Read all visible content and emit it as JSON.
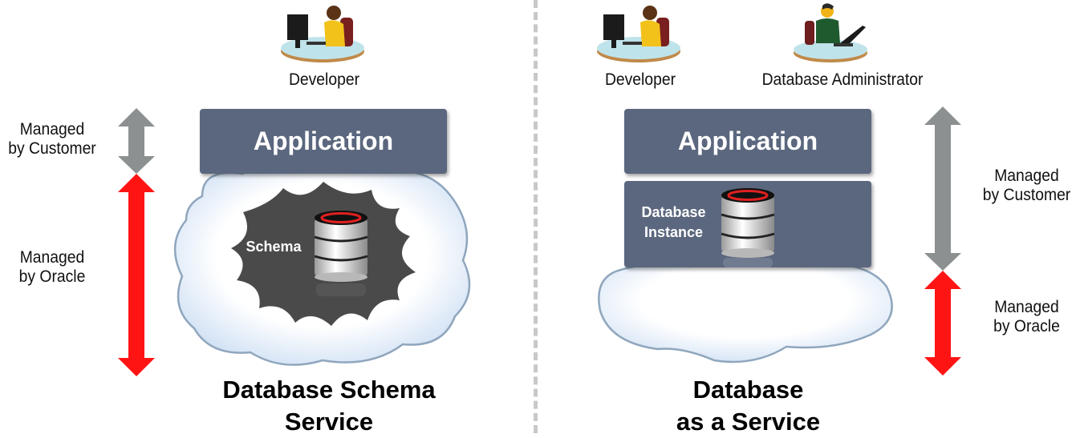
{
  "left_panel": {
    "persona": {
      "label": "Developer",
      "icon": "developer-at-desk-icon"
    },
    "application_label": "Application",
    "schema_label": "Schema",
    "managed_customer": [
      "Managed",
      "by Customer"
    ],
    "managed_oracle": [
      "Managed",
      "by Oracle"
    ],
    "title": [
      "Database Schema",
      "Service"
    ],
    "colors": {
      "customer_arrow": "#8c9091",
      "oracle_arrow": "#ff1414",
      "app_box": "#5b677e",
      "schema_blob": "#4a4a4a"
    }
  },
  "right_panel": {
    "personas": [
      {
        "label": "Developer",
        "icon": "developer-at-desk-icon"
      },
      {
        "label": "Database Administrator",
        "icon": "dba-at-laptop-icon"
      }
    ],
    "application_label": "Application",
    "db_instance_label": [
      "Database",
      "Instance"
    ],
    "managed_customer": [
      "Managed",
      "by Customer"
    ],
    "managed_oracle": [
      "Managed",
      "by Oracle"
    ],
    "title": [
      "Database",
      "as a Service"
    ]
  }
}
